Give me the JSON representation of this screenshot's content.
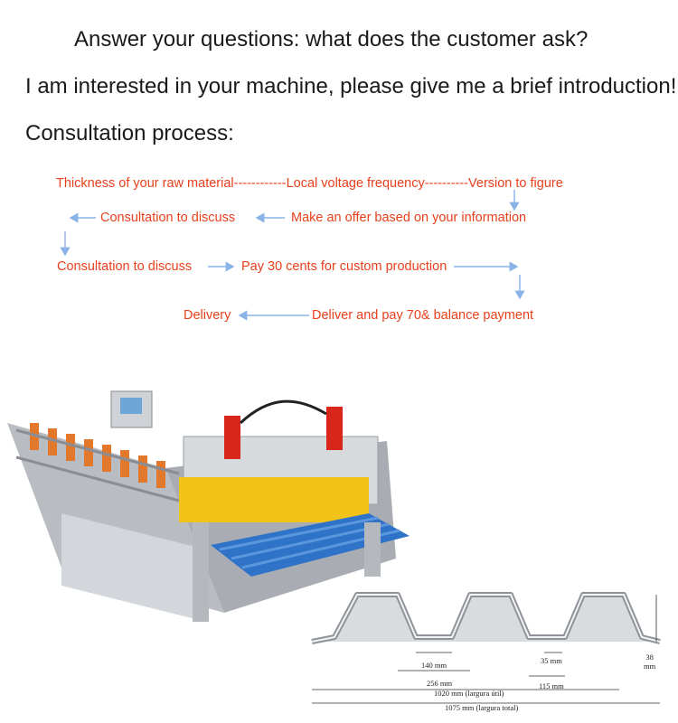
{
  "headings": {
    "question": "Answer your questions: what does the customer ask?",
    "request": "I am interested in your machine, please give me a brief introduction!",
    "process_title": "Consultation process:"
  },
  "flow": {
    "row1": "Thickness of your raw material------------Local voltage frequency----------Version to figure",
    "row2_left": "Consultation to discuss",
    "row2_right": "Make an offer based on your information",
    "row3_left": "Consultation to discuss",
    "row3_right": "Pay 30 cents for custom production",
    "row4_left": "Delivery",
    "row4_right": "Deliver and pay 70& balance payment"
  },
  "profile_dims": {
    "d140": "140 mm",
    "d256": "256 mm",
    "d35": "35 mm",
    "d115": "115 mm",
    "d38": "38\nmm",
    "d1020": "1020 mm (largura útil)",
    "d1075": "1075 mm (largura total)"
  },
  "colors": {
    "flow_text": "#e8401c",
    "arrow": "#8ab4e6",
    "sheet": "#2f73c8",
    "machine_frame": "#c9ccd0",
    "machine_yellow": "#f2c41a",
    "machine_red": "#d8261b"
  },
  "images": {
    "machine": "roll-forming-machine",
    "profile": "trapezoidal-roof-sheet-profile"
  }
}
